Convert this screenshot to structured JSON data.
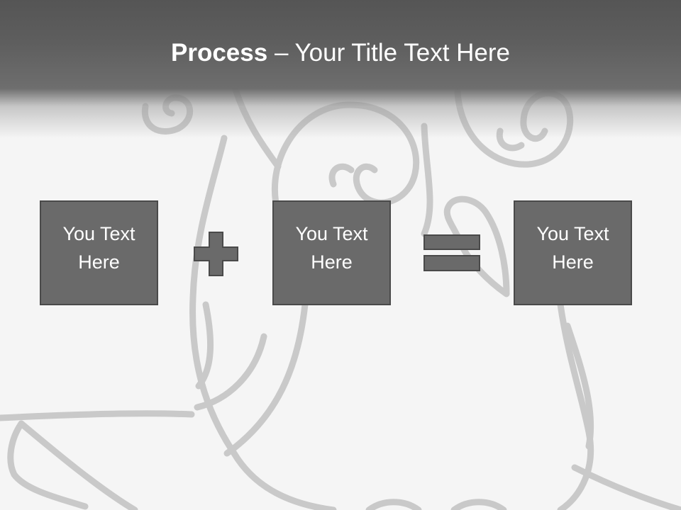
{
  "title": {
    "strong": "Process",
    "rest": " – Your Title Text Here"
  },
  "boxes": [
    {
      "text": "You Text Here"
    },
    {
      "text": "You Text Here"
    },
    {
      "text": "You Text Here"
    }
  ],
  "operators": {
    "plus": "plus-icon",
    "equals": "equals-icon"
  },
  "colors": {
    "box_fill": "#6a6a6a",
    "box_border": "#4a4a4a",
    "header": "#5e5e5e",
    "line_art": "#c8c8c8",
    "background": "#f5f5f5"
  }
}
